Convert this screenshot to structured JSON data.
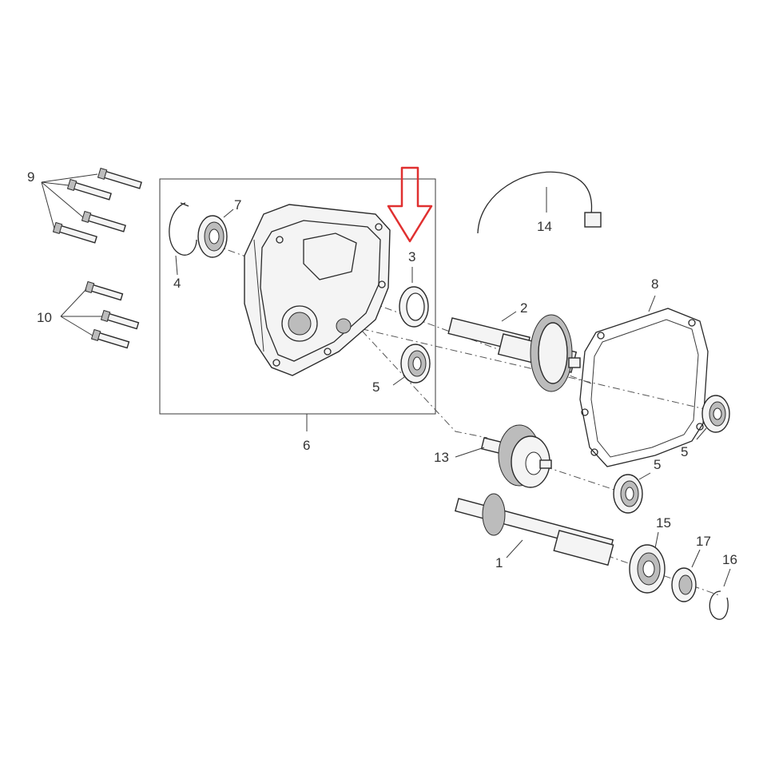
{
  "colors": {
    "line": "#2a2a2a",
    "highlight_arrow": "#e03030",
    "background": "#ffffff"
  },
  "labels": {
    "p1": "1",
    "p2": "2",
    "p3": "3",
    "p4": "4",
    "p5a": "5",
    "p5b": "5",
    "p5c": "5",
    "p6": "6",
    "p7": "7",
    "p8": "8",
    "p9": "9",
    "p10": "10",
    "p13": "13",
    "p14": "14",
    "p15": "15",
    "p16": "16",
    "p17": "17"
  }
}
